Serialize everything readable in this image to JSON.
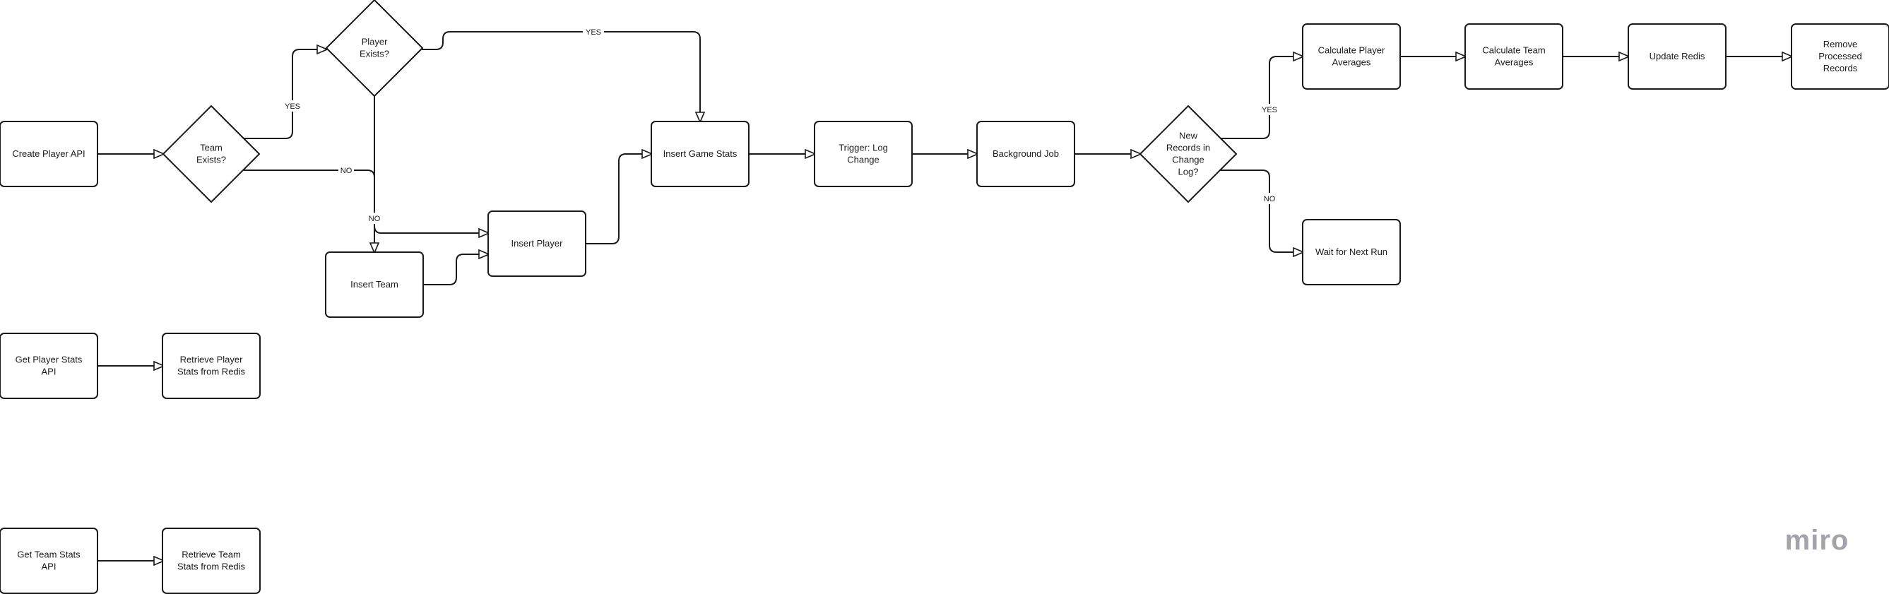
{
  "brand": "miro",
  "nodes": [
    {
      "id": "create_player_api",
      "shape": "rect",
      "label": [
        "Create Player API"
      ]
    },
    {
      "id": "team_exists",
      "shape": "diamond",
      "label": [
        "Team",
        "Exists?"
      ]
    },
    {
      "id": "player_exists",
      "shape": "diamond",
      "label": [
        "Player",
        "Exists?"
      ]
    },
    {
      "id": "insert_team",
      "shape": "rect",
      "label": [
        "Insert Team"
      ]
    },
    {
      "id": "insert_player",
      "shape": "rect",
      "label": [
        "Insert Player"
      ]
    },
    {
      "id": "insert_game_stats",
      "shape": "rect",
      "label": [
        "Insert Game Stats"
      ]
    },
    {
      "id": "trigger_log_change",
      "shape": "rect",
      "label": [
        "Trigger: Log",
        "Change"
      ]
    },
    {
      "id": "background_job",
      "shape": "rect",
      "label": [
        "Background Job"
      ]
    },
    {
      "id": "new_records",
      "shape": "diamond",
      "label": [
        "New",
        "Records in",
        "Change",
        "Log?"
      ]
    },
    {
      "id": "calc_player_avg",
      "shape": "rect",
      "label": [
        "Calculate Player",
        "Averages"
      ]
    },
    {
      "id": "calc_team_avg",
      "shape": "rect",
      "label": [
        "Calculate Team",
        "Averages"
      ]
    },
    {
      "id": "update_redis",
      "shape": "rect",
      "label": [
        "Update Redis"
      ]
    },
    {
      "id": "remove_processed",
      "shape": "rect",
      "label": [
        "Remove",
        "Processed",
        "Records"
      ]
    },
    {
      "id": "wait_next_run",
      "shape": "rect",
      "label": [
        "Wait for Next Run"
      ]
    },
    {
      "id": "get_player_stats_api",
      "shape": "rect",
      "label": [
        "Get Player Stats",
        "API"
      ]
    },
    {
      "id": "retrieve_player_stats",
      "shape": "rect",
      "label": [
        "Retrieve Player",
        "Stats from Redis"
      ]
    },
    {
      "id": "get_team_stats_api",
      "shape": "rect",
      "label": [
        "Get Team Stats",
        "API"
      ]
    },
    {
      "id": "retrieve_team_stats",
      "shape": "rect",
      "label": [
        "Retrieve Team",
        "Stats from Redis"
      ]
    }
  ],
  "edges": [
    {
      "id": "e1",
      "from": "create_player_api",
      "to": "team_exists",
      "label": ""
    },
    {
      "id": "e2",
      "from": "team_exists",
      "to": "player_exists",
      "label": "YES"
    },
    {
      "id": "e3",
      "from": "team_exists",
      "to": "insert_team",
      "label": "NO"
    },
    {
      "id": "e4",
      "from": "player_exists",
      "to": "insert_game_stats",
      "label": "YES"
    },
    {
      "id": "e5",
      "from": "player_exists",
      "to": "insert_player",
      "label": "NO"
    },
    {
      "id": "e6",
      "from": "insert_team",
      "to": "insert_player",
      "label": ""
    },
    {
      "id": "e7",
      "from": "insert_player",
      "to": "insert_game_stats",
      "label": ""
    },
    {
      "id": "e8",
      "from": "insert_game_stats",
      "to": "trigger_log_change",
      "label": ""
    },
    {
      "id": "e9",
      "from": "trigger_log_change",
      "to": "background_job",
      "label": ""
    },
    {
      "id": "e10",
      "from": "background_job",
      "to": "new_records",
      "label": ""
    },
    {
      "id": "e11",
      "from": "new_records",
      "to": "calc_player_avg",
      "label": "YES"
    },
    {
      "id": "e12",
      "from": "new_records",
      "to": "wait_next_run",
      "label": "NO"
    },
    {
      "id": "e13",
      "from": "calc_player_avg",
      "to": "calc_team_avg",
      "label": ""
    },
    {
      "id": "e14",
      "from": "calc_team_avg",
      "to": "update_redis",
      "label": ""
    },
    {
      "id": "e15",
      "from": "update_redis",
      "to": "remove_processed",
      "label": ""
    },
    {
      "id": "e16",
      "from": "get_player_stats_api",
      "to": "retrieve_player_stats",
      "label": ""
    },
    {
      "id": "e17",
      "from": "get_team_stats_api",
      "to": "retrieve_team_stats",
      "label": ""
    }
  ]
}
